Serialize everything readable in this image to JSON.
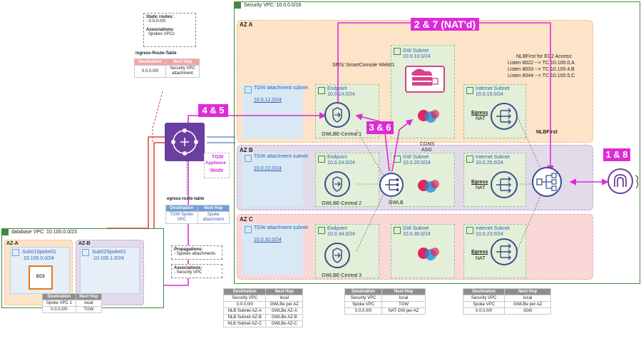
{
  "security_vpc": {
    "title": "Security VPC: 10.0.0.0/16"
  },
  "azs": {
    "a": "AZ A",
    "b": "AZ B",
    "c": "AZ C"
  },
  "tgw_subnets": [
    {
      "title": "TGW attachment subnet",
      "cidr": "10.0.12.0/24"
    },
    {
      "title": "TGW attachment subnet",
      "cidr": "10.0.22.0/24"
    },
    {
      "title": "TGW attachment subnet",
      "cidr": "10.0.32.0/24"
    }
  ],
  "endpoint_subnets": [
    {
      "title": "Endpoint",
      "cidr": "10.0.14.0/24",
      "gwlbe": "GWLBE-Central 1"
    },
    {
      "title": "Endpoint",
      "cidr": "10.0.24.0/24",
      "gwlbe": "GWLBE-Central 2"
    },
    {
      "title": "Endpoint",
      "cidr": "10.0.34.0/24",
      "gwlbe": "GWLBE-Central 3"
    }
  ],
  "gw_subnets": [
    {
      "title": "GW Subnet",
      "cidr": "10.0.10.0/24"
    },
    {
      "title": "GW Subnet",
      "cidr": "10.0.20.0/24"
    },
    {
      "title": "GW Subnet",
      "cidr": "10.0.30.0/24"
    }
  ],
  "internet_subnets": [
    {
      "title": "Internet Subnet",
      "cidr": "10.0.15.0/24",
      "egress": "Egress",
      "nat": "NAT"
    },
    {
      "title": "Internet Subnet",
      "cidr": "10.0.25.0/24",
      "egress": "Egress",
      "nat": "NAT"
    },
    {
      "title": "Internet Subnet",
      "cidr": "10.0.23.0/24",
      "egress": "Egress",
      "nat": "NAT"
    }
  ],
  "sms_label": "SMS/ SmartConsole Web01",
  "cgns_asg": [
    "CGNS",
    "ASG"
  ],
  "gwlb_label": "GWLB",
  "nlb_first_label": "NLBFirst",
  "nlb_note": [
    "NLBFirst for EC2 Access:",
    "Listen 8022 --> TC 10.100.0.A",
    "Listen 8033 --> TC 10.100.4.B",
    "Listen 8044 --> TC 10.100.5.C"
  ],
  "flow_tags": {
    "t27": "2 & 7 (NAT'd)",
    "t45": "4 & 5",
    "t36": "3 & 6",
    "t18": "1 & 8"
  },
  "tgw_appliance_mode": [
    "TGW",
    "Appliance",
    "Mode"
  ],
  "static_routes_note": {
    "title": "Static routes:",
    "line": "- 0.0.0.0/0",
    "assoc_title": "Associations:",
    "assoc_line": "Spokes VPCs"
  },
  "ingress_table": {
    "title": "ingress-Route-Table",
    "headers": [
      "Destination",
      "Next Hop"
    ],
    "rows": [
      [
        "0.0.0.0/0",
        "Security VPC attachment"
      ]
    ]
  },
  "egress_table": {
    "title": "egress-route-table",
    "headers": [
      "Destination",
      "Next Hop"
    ],
    "rows": [
      [
        "TGW Spoke VPC",
        "Spoke attachment"
      ]
    ]
  },
  "propagations_note": {
    "title": "Propagations:",
    "line": "- Spokes attachments"
  },
  "associations_note": {
    "title": "Associations:",
    "line": "- Security VPC"
  },
  "database_vpc": {
    "title": "database VPC: 10.100.0.0/23",
    "az_a": "AZ-A",
    "az_b": "AZ-B",
    "sub1": {
      "name": "Sub01Spoke01",
      "cidr": "10.100.0.0/24"
    },
    "sub2": {
      "name": "Sub02Spoke01",
      "cidr": "10.100.1.0/24"
    },
    "ec2": "EC2"
  },
  "spoke_table": {
    "headers": [
      "Destination",
      "Next Hop"
    ],
    "rows": [
      [
        "Spoke VPC 1",
        "local"
      ],
      [
        "0.0.0.0/0",
        "TGW"
      ]
    ]
  },
  "endpoint_rt": {
    "headers": [
      "Destination",
      "Next Hop"
    ],
    "rows": [
      [
        "Security VPC",
        "local"
      ],
      [
        "0.0.0.0/0",
        "GWLBe per AZ"
      ],
      [
        "NLB Subnet AZ-A",
        "GWLBe AZ-A"
      ],
      [
        "NLB Subnet AZ-B",
        "GWLBe AZ-B"
      ],
      [
        "NLB Subnet AZ-C",
        "GWLBe AZ-C"
      ]
    ]
  },
  "gw_rt": {
    "headers": [
      "Destination",
      "Next Hop"
    ],
    "rows": [
      [
        "Security VPC",
        "local"
      ],
      [
        "Spoke VPC",
        "TGW"
      ],
      [
        "0.0.0.0/0",
        "NAT GW per AZ"
      ]
    ]
  },
  "internet_rt": {
    "headers": [
      "Destination",
      "Next Hop"
    ],
    "rows": [
      [
        "Security VPC",
        "local"
      ],
      [
        "Spoke VPC",
        "GWLBe per AZ"
      ],
      [
        "0.0.0.0/0",
        "IGW"
      ]
    ]
  },
  "colors": {
    "flow": "#dd2cd6",
    "red_line": "#e0402a",
    "vpc_green": "#3f8a3f",
    "tgw_purple": "#6b3fa0",
    "icon_blue": "#3a4d8f"
  }
}
